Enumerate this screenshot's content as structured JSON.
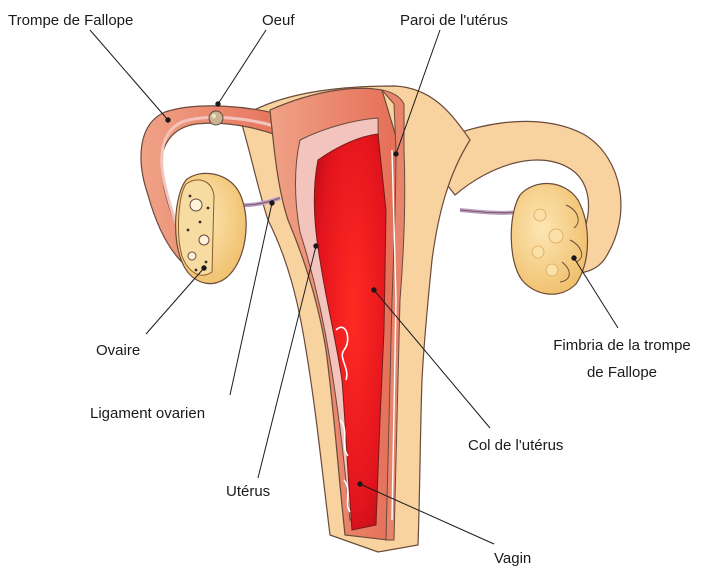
{
  "labels": {
    "trompe_de_fallope": "Trompe de Fallope",
    "oeuf": "Oeuf",
    "paroi_uterus": "Paroi de l'utérus",
    "ovaire": "Ovaire",
    "fimbria_line1": "Fimbria de la trompe",
    "fimbria_line2": "de Fallope",
    "ligament_ovarien": "Ligament ovarien",
    "col_uterus": "Col de l'utérus",
    "uterus": "Utérus",
    "vagin": "Vagin"
  },
  "colors": {
    "uterus_pale": "#f8d3a0",
    "uterus_section": "#e9846c",
    "cavity": "#e3141d",
    "cavity_dark": "#c80f16",
    "lining": "#f3c4be",
    "ovary": "#f3cb7d",
    "outline": "#4a2a2a"
  }
}
